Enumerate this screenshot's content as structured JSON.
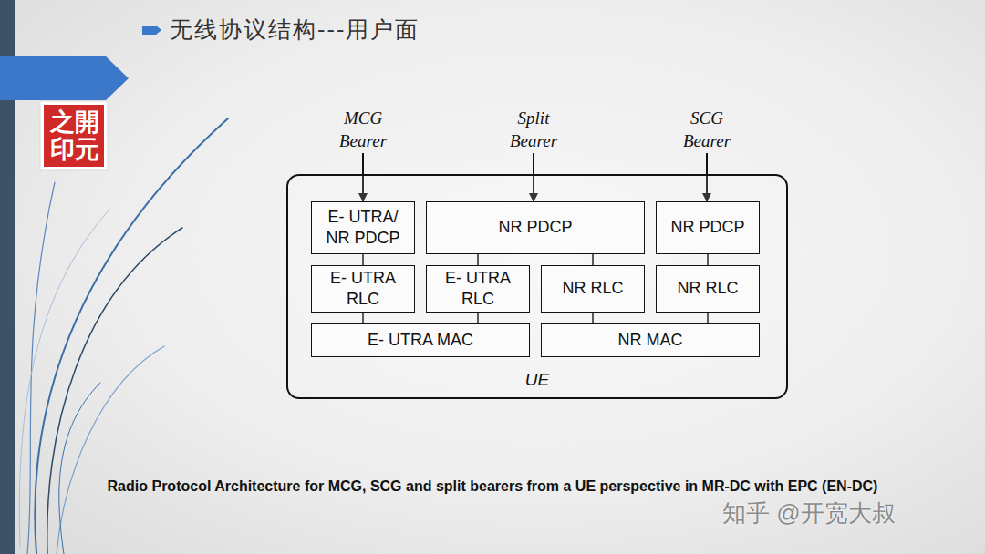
{
  "diagram": {
    "title": "无线协议结构---用户面",
    "caption": "Radio Protocol Architecture for MCG, SCG and split bearers from a UE perspective in MR-DC with EPC (EN-DC)",
    "nodes": [
      {
        "text": [
          "MCG Bearer"
        ]
      },
      {
        "text": [
          "Split Bearer"
        ]
      },
      {
        "text": [
          "SCG Bearer"
        ]
      },
      {
        "text": [
          "UE"
        ]
      },
      {
        "text": [
          "E- UTRA/ NR PDCP"
        ],
        "in": 3
      },
      {
        "text": [
          "NR PDCP"
        ],
        "in": 3
      },
      {
        "text": [
          "NR PDCP"
        ],
        "in": 3
      },
      {
        "text": [
          "E- UTRA RLC"
        ],
        "in": 3
      },
      {
        "text": [
          "E- UTRA RLC"
        ],
        "in": 3
      },
      {
        "text": [
          "NR RLC"
        ],
        "in": 3
      },
      {
        "text": [
          "NR RLC"
        ],
        "in": 3
      },
      {
        "text": [
          "E- UTRA MAC"
        ],
        "in": 3
      },
      {
        "text": [
          "NR MAC"
        ],
        "in": 3
      }
    ],
    "edges": [
      {
        "from": 0,
        "to": 4,
        "arrow": "to"
      },
      {
        "from": 1,
        "to": 5,
        "arrow": "to"
      },
      {
        "from": 2,
        "to": 6,
        "arrow": "to"
      },
      {
        "from": 4,
        "to": 7,
        "arrow": "none"
      },
      {
        "from": 5,
        "to": 8,
        "arrow": "none"
      },
      {
        "from": 5,
        "to": 9,
        "arrow": "none"
      },
      {
        "from": 6,
        "to": 10,
        "arrow": "none"
      },
      {
        "from": 7,
        "to": 11,
        "arrow": "none"
      },
      {
        "from": 8,
        "to": 11,
        "arrow": "none"
      },
      {
        "from": 9,
        "to": 12,
        "arrow": "none"
      },
      {
        "from": 10,
        "to": 12,
        "arrow": "none"
      }
    ],
    "labels": [
      "之開印元",
      "知乎 @开宽大叔"
    ]
  }
}
